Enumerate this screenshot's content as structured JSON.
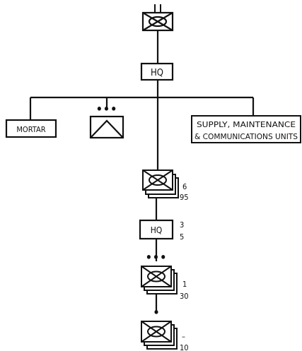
{
  "diagram": {
    "top_unit": {
      "symbol": "infantry-icon",
      "echelon": "II"
    },
    "hq": {
      "label": "HQ"
    },
    "support": {
      "mortar": {
        "label": "MORTAR"
      },
      "artillery": {
        "symbol": "artillery-icon",
        "echelon": "•••"
      },
      "supply": {
        "line1": "SUPPLY, MAINTENANCE",
        "line2": "& COMMUNICATIONS UNITS"
      }
    },
    "companies": {
      "symbol": "infantry-icon",
      "officers": "6",
      "men": "95"
    },
    "company_hq": {
      "label": "HQ",
      "officers": "3",
      "men": "5"
    },
    "platoons": {
      "symbol": "infantry-icon",
      "echelon": "•••",
      "officers": "1",
      "men": "30"
    },
    "squads": {
      "symbol": "infantry-icon",
      "echelon": "•",
      "officers": "–",
      "men": "10"
    }
  }
}
